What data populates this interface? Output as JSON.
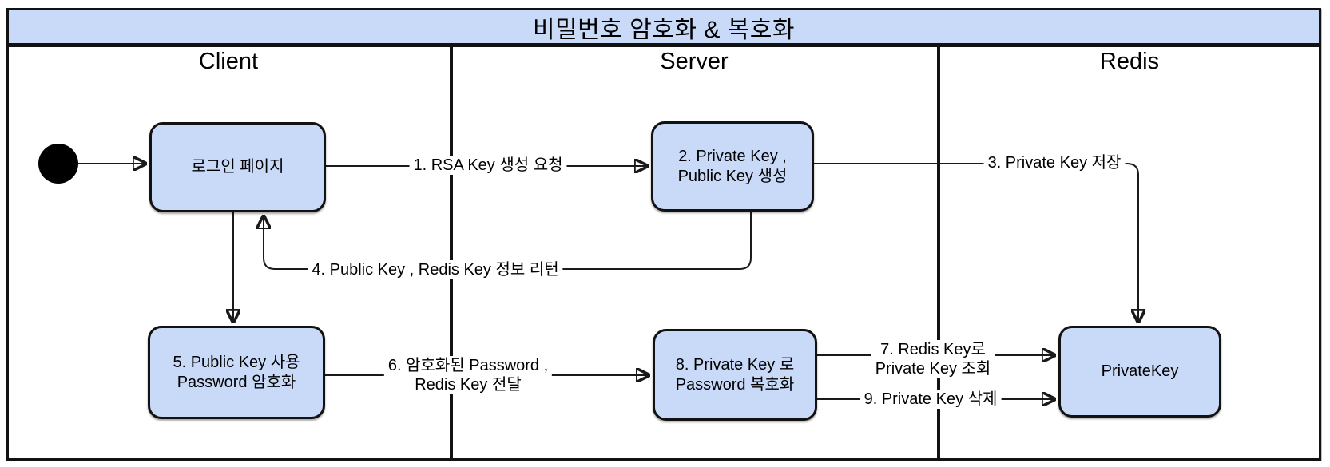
{
  "title": "비밀번호 암호화 & 복호화",
  "lanes": {
    "client": "Client",
    "server": "Server",
    "redis": "Redis"
  },
  "nodes": {
    "start": "initial-state",
    "login": {
      "label": "로그인 페이지"
    },
    "keygen": {
      "line1": "2. Private Key ,",
      "line2": "Public Key 생성"
    },
    "encrypt": {
      "line1": "5. Public Key 사용",
      "line2": "Password 암호화"
    },
    "decrypt": {
      "line1": "8. Private Key 로",
      "line2": "Password 복호화"
    },
    "privatekey": {
      "label": "PrivateKey"
    }
  },
  "edges": {
    "e1": {
      "label": "1. RSA Key 생성 요청"
    },
    "e3": {
      "label": "3. Private Key 저장"
    },
    "e4": {
      "label": "4. Public Key , Redis Key 정보 리턴"
    },
    "e6": {
      "line1": "6. 암호화된 Password ,",
      "line2": "Redis Key 전달"
    },
    "e7": {
      "line1": "7. Redis Key로",
      "line2": "Private Key 조회"
    },
    "e9": {
      "label": "9. Private Key 삭제"
    }
  },
  "colors": {
    "node_fill": "#c9daf8",
    "title_fill": "#c9daf8",
    "line_color": "#1a1a1a",
    "border_color": "#121212"
  }
}
